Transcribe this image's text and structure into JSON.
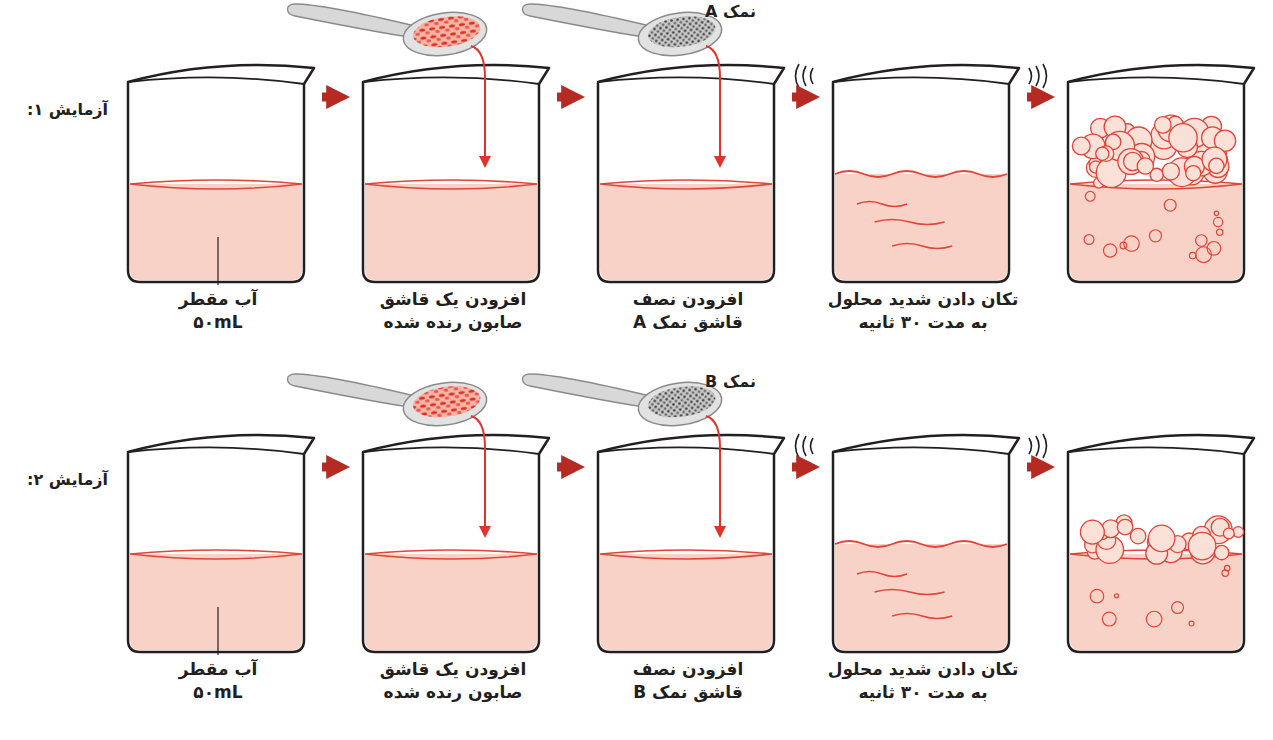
{
  "diagram": {
    "nodes": [
      {
        "text": [
          "آب مقطر ۵۰mL"
        ]
      },
      {
        "text": [
          "افزودن یک قاشق صابون رنده شده"
        ]
      },
      {
        "text": [
          "افزودن نصف قاشق نمک A"
        ]
      },
      {
        "text": [
          "تکان دادن شدید محلول به مدت ۳۰ ثانیه"
        ]
      },
      {
        "text": [
          "آب مقطر ۵۰mL"
        ]
      },
      {
        "text": [
          "افزودن یک قاشق صابون رنده شده"
        ]
      },
      {
        "text": [
          "افزودن نصف قاشق نمک B"
        ]
      },
      {
        "text": [
          "تکان دادن شدید محلول به مدت ۳۰ ثانیه"
        ]
      }
    ],
    "edges": [
      {
        "from": 0,
        "to": 1,
        "arrow": "to"
      },
      {
        "from": 1,
        "to": 2,
        "arrow": "to"
      },
      {
        "from": 2,
        "to": 3,
        "arrow": "to"
      },
      {
        "from": 4,
        "to": 5,
        "arrow": "to"
      },
      {
        "from": 5,
        "to": 6,
        "arrow": "to"
      },
      {
        "from": 6,
        "to": 7,
        "arrow": "to"
      }
    ],
    "labels": [
      "آزمایش ۱:",
      "نمک A",
      "آزمایش ۲:",
      "نمک B"
    ]
  }
}
